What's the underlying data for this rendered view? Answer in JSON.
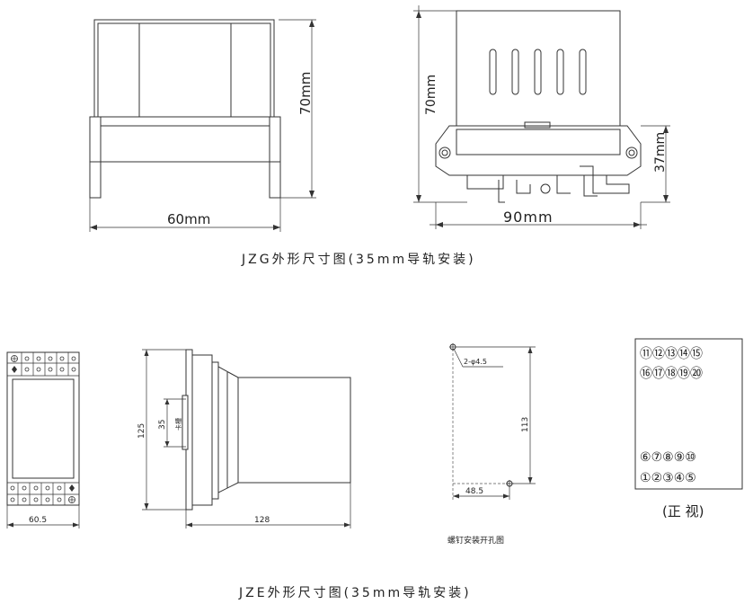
{
  "jzg": {
    "dim_height": "70mm",
    "dim_width": "60mm",
    "side_dim_height": "70mm",
    "side_dim_rail": "37mm",
    "side_dim_width": "90mm",
    "caption": "JZG外形尺寸图(35mm导轨安装)"
  },
  "jze": {
    "front_width": "60.5",
    "side_height": "125",
    "side_slot_height": "35",
    "side_slot_label": "卡槽",
    "side_depth": "128",
    "hole_label": "2-φ4.5",
    "hole_vertical": "113",
    "hole_horizontal": "48.5",
    "hole_caption": "螺钉安装开孔图",
    "terminals_top_1": [
      "⑪",
      "⑫",
      "⑬",
      "⑭",
      "⑮"
    ],
    "terminals_top_2": [
      "⑯",
      "⑰",
      "⑱",
      "⑲",
      "⑳"
    ],
    "terminals_bottom_1": [
      "⑥",
      "⑦",
      "⑧",
      "⑨",
      "⑩"
    ],
    "terminals_bottom_2": [
      "①",
      "②",
      "③",
      "④",
      "⑤"
    ],
    "front_view_label": "(正 视)",
    "caption": "JZE外形尺寸图(35mm导轨安装)"
  }
}
